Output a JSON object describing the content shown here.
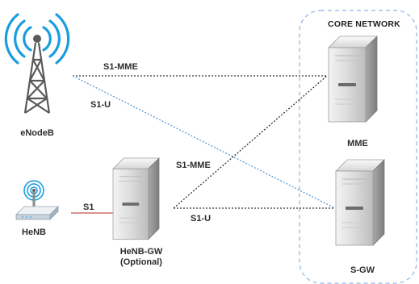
{
  "core_network": {
    "label": "CORE NETWORK"
  },
  "nodes": {
    "enodeb": {
      "label": "eNodeB",
      "icon": "radio-tower-icon"
    },
    "henb": {
      "label": "HeNB",
      "icon": "small-cell-antenna-icon"
    },
    "henb_gw": {
      "label": "HeNB-GW",
      "note": "(Optional)",
      "icon": "server-icon"
    },
    "mme": {
      "label": "MME",
      "icon": "server-icon"
    },
    "sgw": {
      "label": "S-GW",
      "icon": "server-icon"
    }
  },
  "links": {
    "enb_mme": {
      "label": "S1-MME",
      "style": "dotted",
      "color": "#333333"
    },
    "enb_sgw": {
      "label": "S1-U",
      "style": "dotted",
      "color": "#5b9bd5"
    },
    "gw_mme": {
      "label": "S1-MME",
      "style": "dotted",
      "color": "#333333"
    },
    "gw_sgw": {
      "label": "S1-U",
      "style": "dotted",
      "color": "#333333"
    },
    "henb_gw": {
      "label": "S1",
      "style": "solid",
      "color": "#c0504d"
    }
  },
  "colors": {
    "core_border": "#8eb4e3",
    "tower": "#5a5a5a",
    "waves": "#1a9de0",
    "server_light": "#e8e8e8",
    "server_dark": "#9a9a9a"
  }
}
